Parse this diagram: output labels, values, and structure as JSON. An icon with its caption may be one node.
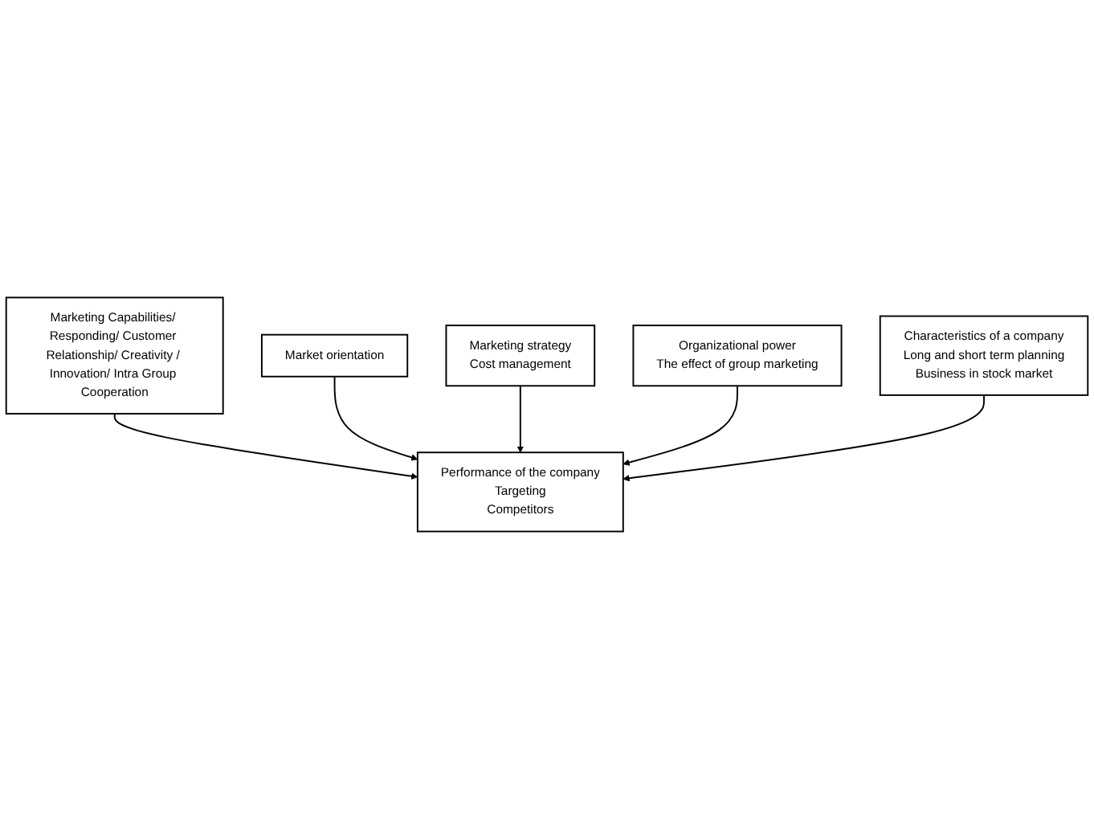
{
  "diagram": {
    "nodes": [
      {
        "text": [
          "Marketing Capabilities/ Responding/ Customer Relationship/ Creativity / Innovation/ Intra Group Cooperation"
        ]
      },
      {
        "text": [
          "Market orientation"
        ]
      },
      {
        "text": [
          "Marketing strategy",
          "Cost management"
        ]
      },
      {
        "text": [
          "Organizational power",
          "The effect of group marketing"
        ]
      },
      {
        "text": [
          "Characteristics of a company",
          "Long and short term planning",
          "Business in stock market"
        ]
      },
      {
        "text": [
          "Performance of the company",
          "Targeting",
          "Competitors"
        ]
      }
    ],
    "edges": [
      {
        "from": 0,
        "to": 5,
        "arrow": "to"
      },
      {
        "from": 1,
        "to": 5,
        "arrow": "to"
      },
      {
        "from": 2,
        "to": 5,
        "arrow": "to"
      },
      {
        "from": 3,
        "to": 5,
        "arrow": "to"
      },
      {
        "from": 4,
        "to": 5,
        "arrow": "to"
      }
    ]
  }
}
